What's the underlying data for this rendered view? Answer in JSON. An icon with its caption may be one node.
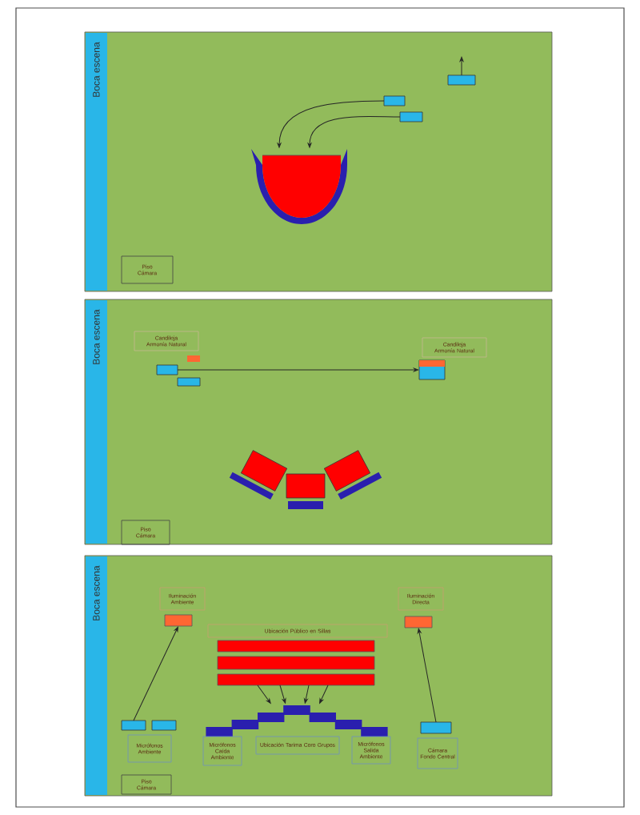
{
  "diagram": {
    "nodes": [
      {
        "text": [
          "Boca escena"
        ]
      },
      {
        "text": [],
        "shape": "bowl",
        "in": 0
      },
      {
        "text": [],
        "shape": "box",
        "in": 0
      },
      {
        "text": [],
        "shape": "box",
        "in": 0
      },
      {
        "text": [],
        "shape": "box",
        "in": 0
      },
      {
        "text": [
          "Piso",
          "Cámara"
        ],
        "in": 0
      },
      {
        "text": [
          "Boca escena"
        ]
      },
      {
        "text": [
          "Candileja Armonía Natural"
        ],
        "in": 6
      },
      {
        "text": [],
        "shape": "bar",
        "in": 6
      },
      {
        "text": [],
        "shape": "box",
        "in": 6
      },
      {
        "text": [],
        "shape": "box",
        "in": 6
      },
      {
        "text": [
          "Candileja Armonía Natural"
        ],
        "in": 6
      },
      {
        "text": [],
        "shape": "box",
        "in": 6
      },
      {
        "text": [],
        "shape": "box",
        "in": 6
      },
      {
        "text": [],
        "shape": "box",
        "in": 6
      },
      {
        "text": [],
        "shape": "box",
        "in": 6
      },
      {
        "text": [
          "Piso",
          "Cámara"
        ],
        "in": 6
      },
      {
        "text": [
          "Boca escena"
        ]
      },
      {
        "text": [
          "Iluminación Ambiente"
        ],
        "in": 17
      },
      {
        "text": [],
        "shape": "bar",
        "in": 17
      },
      {
        "text": [
          "Iluminación Directa"
        ],
        "in": 17
      },
      {
        "text": [],
        "shape": "bar",
        "in": 17
      },
      {
        "text": [
          "Ubicación Público en Sillas"
        ],
        "in": 17
      },
      {
        "text": [],
        "shape": "bar",
        "in": 17
      },
      {
        "text": [],
        "shape": "bar",
        "in": 17
      },
      {
        "text": [],
        "shape": "bar",
        "in": 17
      },
      {
        "text": [],
        "shape": "steps",
        "in": 17
      },
      {
        "text": [],
        "shape": "box",
        "in": 17
      },
      {
        "text": [],
        "shape": "box",
        "in": 17
      },
      {
        "text": [
          "Micrófonos Ambiente"
        ],
        "in": 17
      },
      {
        "text": [
          "Micrófonos Caída Ambiente"
        ],
        "in": 17
      },
      {
        "text": [
          "Ubicación Tarima Coro Grupos"
        ],
        "in": 17
      },
      {
        "text": [
          "Micrófonos Salida Ambiente"
        ],
        "in": 17
      },
      {
        "text": [],
        "shape": "box",
        "in": 17
      },
      {
        "text": [
          "Cámara Fondo Central"
        ],
        "in": 17
      },
      {
        "text": [
          "Piso",
          "Cámara"
        ],
        "in": 17
      }
    ],
    "edges": [
      {
        "from": 2,
        "to": 1,
        "arrow": "to"
      },
      {
        "from": 3,
        "to": 1,
        "arrow": "to"
      },
      {
        "from": 4,
        "to": null,
        "arrow": "to"
      },
      {
        "from": 9,
        "to": 12,
        "arrow": "to"
      },
      {
        "from": 27,
        "to": 19,
        "arrow": "to"
      },
      {
        "from": 33,
        "to": 21,
        "arrow": "to"
      },
      {
        "from": 25,
        "to": 26,
        "arrow": "to"
      },
      {
        "from": 25,
        "to": 26,
        "arrow": "to"
      },
      {
        "from": 25,
        "to": 26,
        "arrow": "to"
      },
      {
        "from": 25,
        "to": 26,
        "arrow": "to"
      }
    ]
  }
}
